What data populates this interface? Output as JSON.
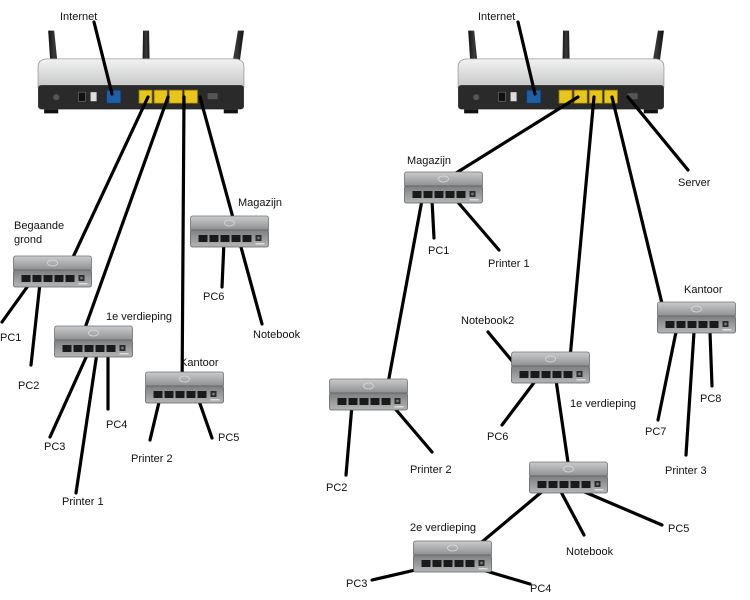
{
  "colors": {
    "cable": "#000000",
    "wan_port": "#1f5fa8",
    "lan_port": "#e8c51a",
    "switch_body": "#a9abad",
    "router_body": "#d9dadb"
  },
  "left": {
    "internet_label": "Internet",
    "switches": {
      "begaande_grond": {
        "label": "Begaande\ngrond",
        "label_lines": [
          "Begaande",
          "grond"
        ]
      },
      "magazijn": {
        "label": "Magazijn"
      },
      "eerste_verdieping": {
        "label": "1e verdieping"
      },
      "kantoor": {
        "label": "Kantoor"
      }
    },
    "devices": {
      "pc1": "PC1",
      "pc2": "PC2",
      "pc3": "PC3",
      "pc4": "PC4",
      "pc5": "PC5",
      "pc6": "PC6",
      "notebook": "Notebook",
      "printer1": "Printer 1",
      "printer2": "Printer 2"
    }
  },
  "right": {
    "internet_label": "Internet",
    "server_label": "Server",
    "switches": {
      "magazijn": {
        "label": "Magazijn"
      },
      "kantoor": {
        "label": "Kantoor"
      },
      "eerste_verdieping": {
        "label": "1e verdieping"
      },
      "tweede_verdieping": {
        "label": "2e verdieping"
      }
    },
    "devices": {
      "pc1": "PC1",
      "pc2": "PC2",
      "pc3": "PC3",
      "pc4": "PC4",
      "pc5": "PC5",
      "pc6": "PC6",
      "pc7": "PC7",
      "pc8": "PC8",
      "printer1": "Printer 1",
      "printer2": "Printer 2",
      "printer3": "Printer 3",
      "notebook": "Notebook",
      "notebook2": "Notebook2"
    }
  }
}
